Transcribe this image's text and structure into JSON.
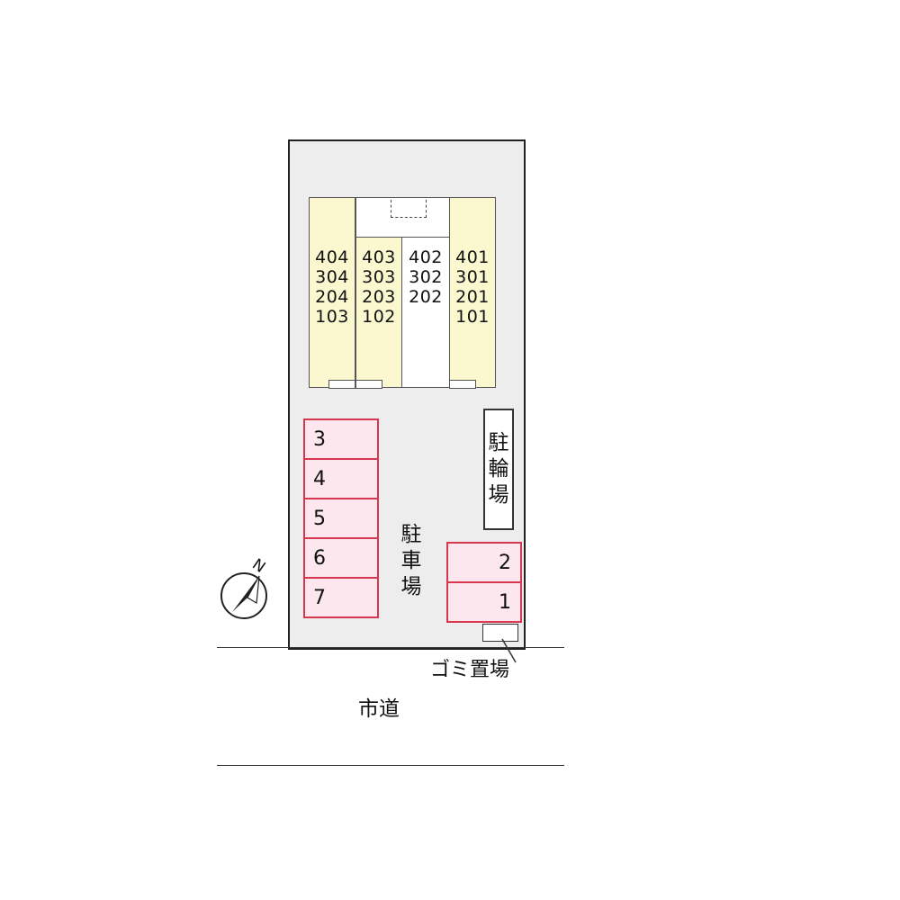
{
  "building": {
    "columns": [
      {
        "units": [
          "404",
          "304",
          "204",
          "103"
        ]
      },
      {
        "units": [
          "403",
          "303",
          "203",
          "102"
        ]
      },
      {
        "units": [
          "402",
          "302",
          "202"
        ]
      },
      {
        "units": [
          "401",
          "301",
          "201",
          "101"
        ]
      }
    ]
  },
  "parking": {
    "label": "駐\n車\n場",
    "left_spaces": [
      "3",
      "4",
      "5",
      "6",
      "7"
    ],
    "right_spaces": [
      "2",
      "1"
    ]
  },
  "bicycle_parking": {
    "label": "駐\n輪\n場"
  },
  "garbage": {
    "label": "ゴミ置場"
  },
  "road": {
    "label": "市道"
  },
  "compass": {
    "label": "N",
    "icon": "north-arrow-icon"
  },
  "colors": {
    "unit_fill": "#fbf8cf",
    "parking_fill": "#fde7ee",
    "parking_border": "#d7374f",
    "lot_fill": "#ededed"
  }
}
